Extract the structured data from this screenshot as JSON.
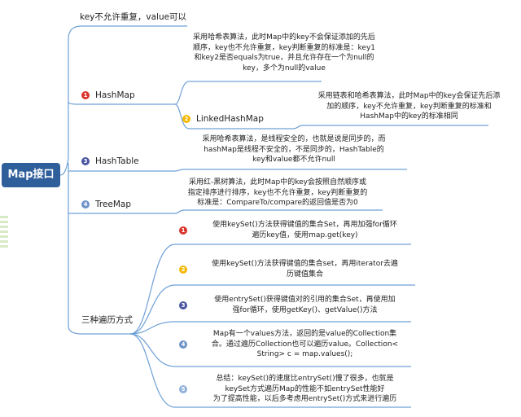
{
  "root": {
    "label": "Map接口"
  },
  "topics": {
    "rule": "key不允许重复，value可以",
    "hashmap": {
      "label": "HashMap",
      "badge": "1",
      "desc": [
        "采用哈希表算法，此时Map中的key不会保证添加的先后",
        "顺序，key也不允许重复，key判断重复的标准是：key1",
        "和key2是否equals为true，并且允许存在一个为null的",
        "key，多个为null的value"
      ],
      "child": {
        "label": "LinkedHashMap",
        "badge": "2",
        "desc": [
          "采用链表和哈希表算法，此时Map中的key会保证先后添",
          "加的顺序，key不允许重复，key判断重复的标准和",
          "HashMap中的key的标准相同"
        ]
      }
    },
    "hashtable": {
      "label": "HashTable",
      "badge": "3",
      "desc": [
        "采用哈希表算法，是线程安全的，也就是说是同步的，而",
        "hashMap是线程不安全的，不是同步的，HashTable的",
        "key和value都不允许null"
      ]
    },
    "treemap": {
      "label": "TreeMap",
      "badge": "4",
      "desc": [
        "采用红-黑树算法，此时Map中的key会按照自然顺序或",
        "指定排序进行排序，key也不允许重复，key判断重复的",
        "标准是：CompareTo/compare的返回值是否为0"
      ]
    },
    "traversal": {
      "label": "三种遍历方式",
      "items": [
        {
          "badge": "1",
          "lines": [
            "使用keySet()方法获得键值的集合Set，再用加强for循环",
            "遍历key值，使用map.get(key)"
          ]
        },
        {
          "badge": "2",
          "lines": [
            "使用keySet()方法获得键值的集合set，再用iterator去遍",
            "历键值集合"
          ]
        },
        {
          "badge": "3",
          "lines": [
            "使用entrySet()获得键值对的引用的集合Set，再使用加",
            "强for循环，使用getKey()、getValue()方法"
          ]
        },
        {
          "badge": "4",
          "lines": [
            "Map有一个values方法，返回的是value的Collection集",
            "合。通过遍历Collection也可以遍历value。Collection<",
            "String> c = map.values();"
          ]
        },
        {
          "badge": "5",
          "lines": [
            "总结：keySet()的速度比entrySet()慢了很多，也就是",
            "keySet方式遍历Map的性能不如entrySet性能好",
            "为了提高性能，以后多考虑用entrySet()方式来进行遍历"
          ]
        }
      ]
    }
  },
  "colors": {
    "root_bg": "#2f5f9a",
    "line": "#6fa0d6",
    "badge1": "#d9342b",
    "badge2": "#f5b800",
    "badge3": "#4a55a2",
    "badge4": "#6f93c7",
    "badge5": "#8fb1dc"
  }
}
